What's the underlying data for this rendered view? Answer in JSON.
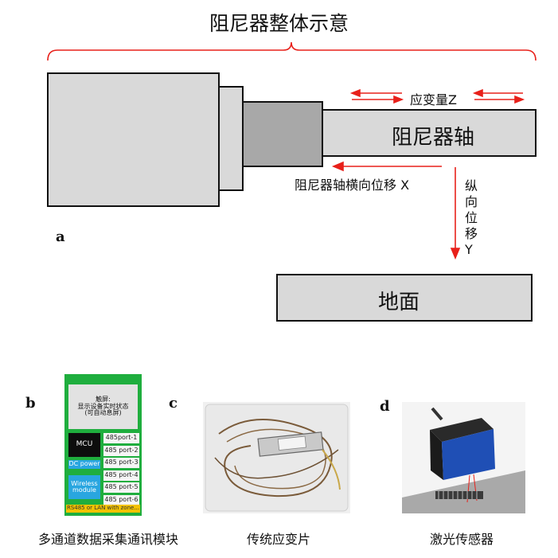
{
  "title": "阻尼器整体示意",
  "labels": {
    "strain": "应变量Z",
    "shaft": "阻尼器轴",
    "lateral": "阻尼器轴横向位移 X",
    "vertical": "纵向位移Y",
    "ground": "地面"
  },
  "panels": {
    "a": "a",
    "b": "b",
    "c": "c",
    "d": "d"
  },
  "module": {
    "screen_title": "触屏:",
    "screen_line1": "显示设备实时状态",
    "screen_line2": "(可自动息屏)",
    "mcu": "MCU",
    "dc": "DC power",
    "wireless": "Wireless module",
    "ports": [
      "485port-1",
      "485 port-2",
      "485 port-3",
      "485 port-4",
      "485 port-5",
      "485 port-6"
    ],
    "footer": "RS485 or LAN with zone..."
  },
  "captions": {
    "b": "多通道数据采集通讯模块",
    "c": "传统应变片",
    "d": "激光传感器"
  },
  "colors": {
    "arrow": "#e8201a",
    "gray_dark": "#a8a8a8",
    "gray_light": "#d9d9d9",
    "module_green": "#1fae3e",
    "module_blue": "#29a6e0",
    "laser_blue": "#1f4fb5"
  }
}
